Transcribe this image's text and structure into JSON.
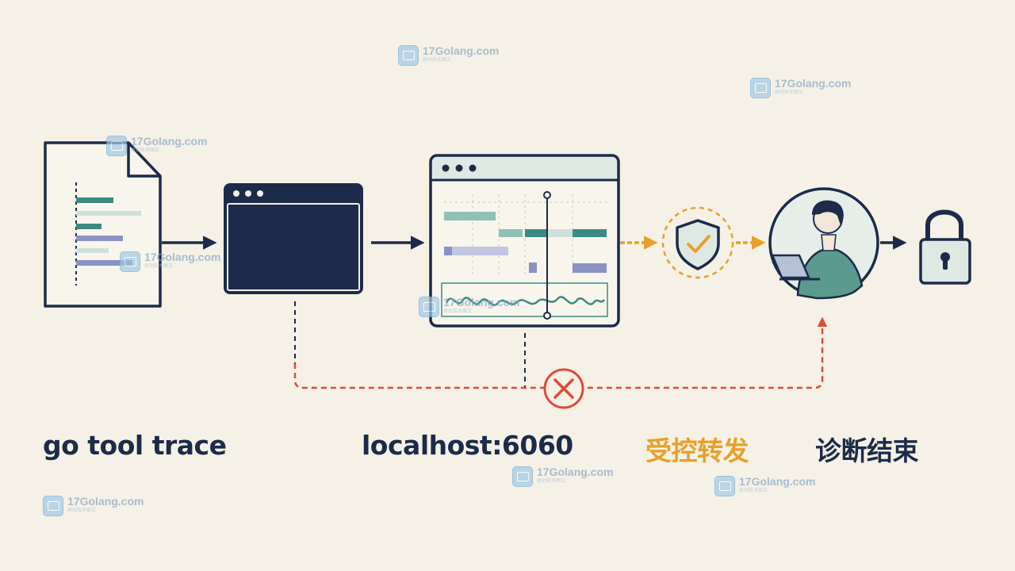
{
  "labels": {
    "step1": "go tool trace",
    "step2": "localhost:6060",
    "step3": "受控转发",
    "step4": "诊断结束"
  },
  "watermark": {
    "title": "17Golang.com",
    "subtitle": "原创技术图文"
  },
  "icons": [
    "trace-file-icon",
    "terminal-window-icon",
    "trace-viewer-window-icon",
    "shield-check-icon",
    "developer-avatar-icon",
    "padlock-icon",
    "error-x-icon"
  ],
  "colors": {
    "background": "#f5f1e6",
    "navy": "#1c2b4a",
    "teal": "#3d8a80",
    "forward_orange": "#e8a02a",
    "blocked_red": "#e04a3a",
    "purple_bar": "#8a92c6"
  }
}
